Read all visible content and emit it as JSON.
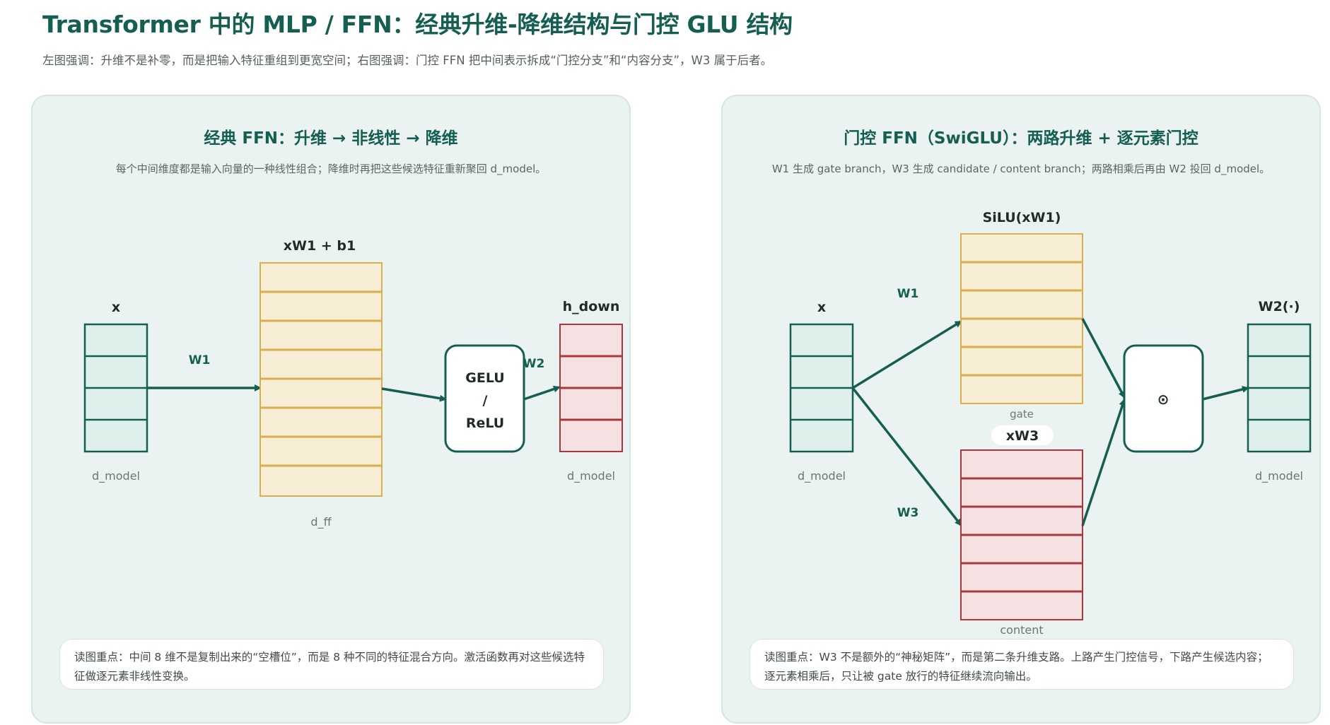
{
  "title": "Transformer 中的 MLP / FFN：经典升维-降维结构与门控 GLU 结构",
  "subtitle": "左图强调：升维不是补零，而是把输入特征重组到更宽空间；右图强调：门控 FFN 把中间表示拆成“门控分支”和“内容分支”，W3 属于后者。",
  "left_panel": {
    "title": "经典 FFN：升维 → 非线性 → 降维",
    "desc": "每个中间维度都是输入向量的一种线性组合；降维时再把这些候选特征重新聚回 d_model。",
    "input_label": "x",
    "input_dim": "d_model",
    "hidden_label": "xW1 + b1",
    "hidden_dim": "d_ff",
    "activation_label": [
      "GELU",
      "/",
      "ReLU"
    ],
    "output_label": "h_down",
    "output_dim": "d_model",
    "w1_label": "W1",
    "w2_label": "W2",
    "note": "读图重点：中间 8 维不是复制出来的“空槽位”，而是 8 种不同的特征混合方向。激活函数再对这些候选特征做逐元素非线性变换。"
  },
  "right_panel": {
    "title": "门控 FFN（SwiGLU）：两路升维 + 逐元素门控",
    "desc": "W1 生成 gate branch，W3 生成 candidate / content branch；两路相乘后再由 W2 投回 d_model。",
    "input_label": "x",
    "input_dim": "d_model",
    "gate_label": "SiLU(xW1)",
    "gate_caption": "gate",
    "content_label": "xW3",
    "content_caption": "content",
    "operator_symbol": "⊙",
    "output_label": "W2(·)",
    "output_dim": "d_model",
    "w1_label": "W1",
    "w3_label": "W3",
    "note": "读图重点：W3 不是额外的“神秘矩阵”，而是第二条升维支路。上路产生门控信号，下路产生候选内容；逐元素相乘后，只让被 gate 放行的特征继续流向输出。"
  },
  "colors": {
    "accent": "#155e52",
    "green_fill": "#dff0ec",
    "yellow_fill": "#f8eed6",
    "yellow_line": "#d9ae4b",
    "red_fill": "#f5e1e1",
    "red_line": "#a9373c"
  }
}
